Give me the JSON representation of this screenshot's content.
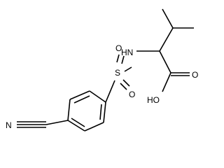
{
  "molecule": {
    "atom_labels": {
      "nitrile_n": "N",
      "sulfonyl_s": "S",
      "sulfonyl_o_top": "O",
      "sulfonyl_o_bottom": "O",
      "amine_nh": "HN",
      "carbonyl_o": "O",
      "hydroxyl": "HO"
    },
    "colors": {
      "bond": "#000000",
      "label": "#000000",
      "background": "#ffffff"
    }
  }
}
